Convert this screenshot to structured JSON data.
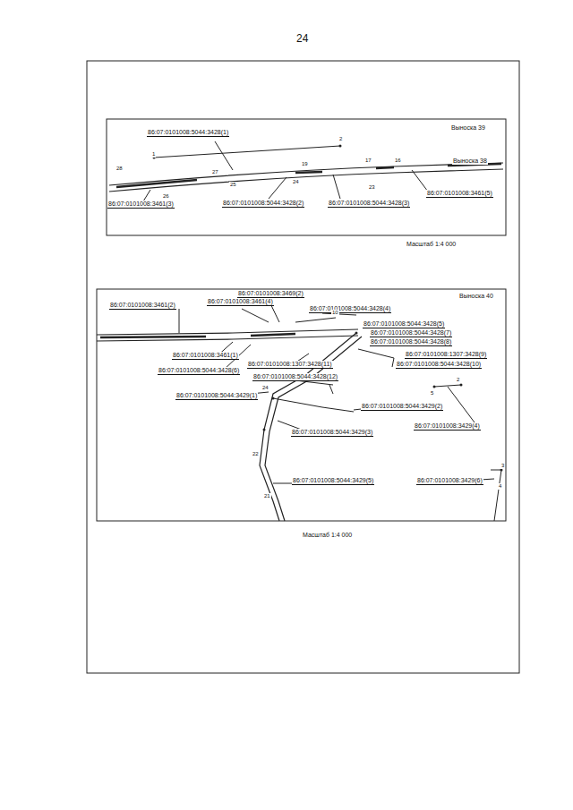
{
  "diagram": {
    "labels": [
      "24",
      "86:07:0101008:5044:3428(1)",
      "Выноска 39",
      "1",
      "2",
      "28",
      "26",
      "27",
      "25",
      "24",
      "23",
      "16",
      "17",
      "19",
      "Выноска 38",
      "86:07:0101008:3461(3)",
      "86:07:0101008:5044:3428(2)",
      "86:07:0101008:5044:3428(3)",
      "86:07:0101008:3461(5)",
      "Масштаб 1:4 000",
      "Выноска 40",
      "86:07:0101008:3469(2)",
      "86:07:0101008:3461(2)",
      "86:07:0101008:3461(4)",
      "86:07:0101008:5044:3428(4)",
      "86:07:0101008:5044:3428(5)",
      "86:07:0101008:5044:3428(7)",
      "86:07:0101008:5044:3428(8)",
      "86:07:0101008:3461(1)",
      "86:07:0101008:1307:3428(9)",
      "86:07:0101008:5044:3428(6)",
      "86:07:0101008:1307:3428(11)",
      "86:07:0101008:5044:3428(10)",
      "86:07:0101008:5044:3428(12)",
      "86:07:0101008:5044:3429(1)",
      "86:07:0101008:5044:3429(2)",
      "86:07:0101008:3429(4)",
      "86:07:0101008:5044:3429(3)",
      "86:07:0101008:5044:3429(5)",
      "86:07:0101008:3429(6)",
      "24",
      "22",
      "21",
      "10",
      "2",
      "5",
      "3",
      "4",
      "Масштаб 1:4 000"
    ]
  }
}
